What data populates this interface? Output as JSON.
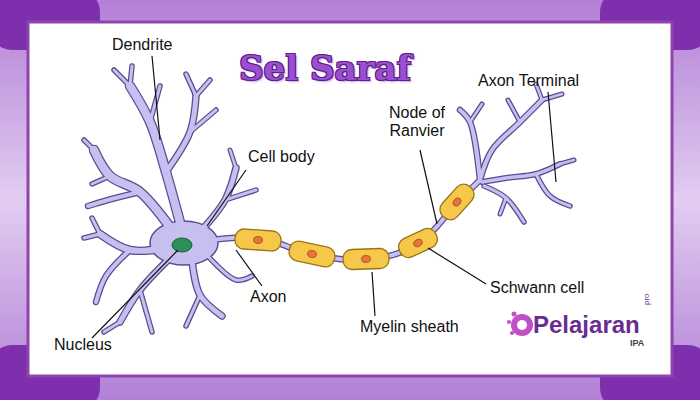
{
  "diagram": {
    "title": "Sel Saraf",
    "labels": [
      "Dendrite",
      "Cell body",
      "Node of Ranvier",
      "Axon Terminal",
      "Axon",
      "Schwann cell",
      "Myelin sheath",
      "Nucleus",
      "Pelajaran",
      "pro",
      "IPA"
    ]
  }
}
